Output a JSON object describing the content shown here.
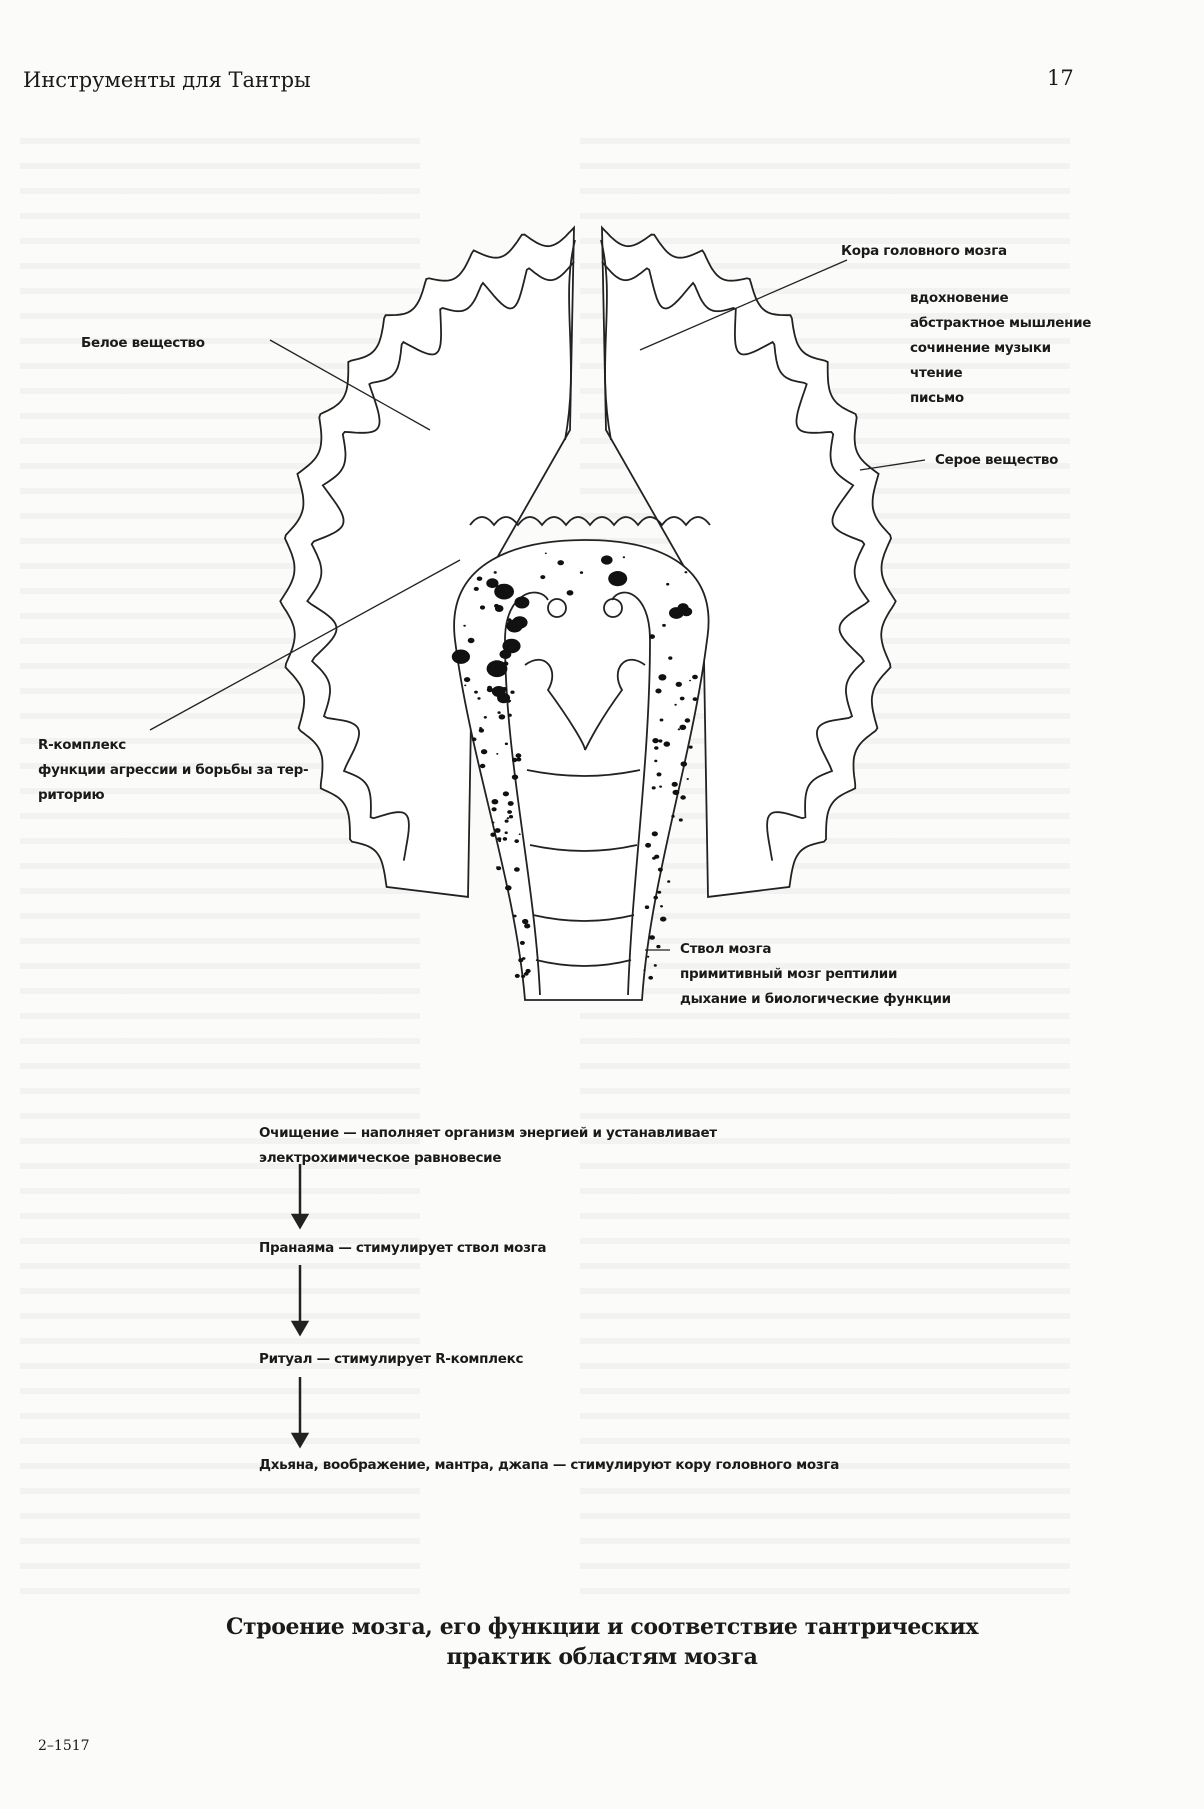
{
  "header": {
    "running_title": "Инструменты для Тантры",
    "page_number": "17"
  },
  "diagram": {
    "cortex": {
      "label": "Кора головного мозга",
      "functions": [
        "вдохновение",
        "абстрактное мышление",
        "сочинение музыки",
        "чтение",
        "письмо"
      ]
    },
    "white_matter": {
      "label": "Белое вещество"
    },
    "gray_matter": {
      "label": "Серое вещество"
    },
    "r_complex": {
      "label": "R-комплекс",
      "functions": [
        "функции агрессии и борьбы за тер-",
        "риторию"
      ]
    },
    "brainstem": {
      "label": "Ствол мозга",
      "functions": [
        "примитивный мозг рептилии",
        "дыхание и биологические функции"
      ]
    }
  },
  "flow": [
    {
      "lines": [
        "Очищение — наполняет организм энергией и устанавливает",
        "электрохимическое равновесие"
      ]
    },
    {
      "lines": [
        "Пранаяма — стимулирует ствол мозга"
      ]
    },
    {
      "lines": [
        "Ритуал — стимулирует R-комплекс"
      ]
    },
    {
      "lines": [
        "Дхьяна, воображение, мантра, джапа — стимулируют кору головного мозга"
      ]
    }
  ],
  "caption": {
    "line1": "Строение мозга, его функции и соответствие тантрических",
    "line2": "практик областям мозга"
  },
  "footer": {
    "signature": "2–1517"
  }
}
